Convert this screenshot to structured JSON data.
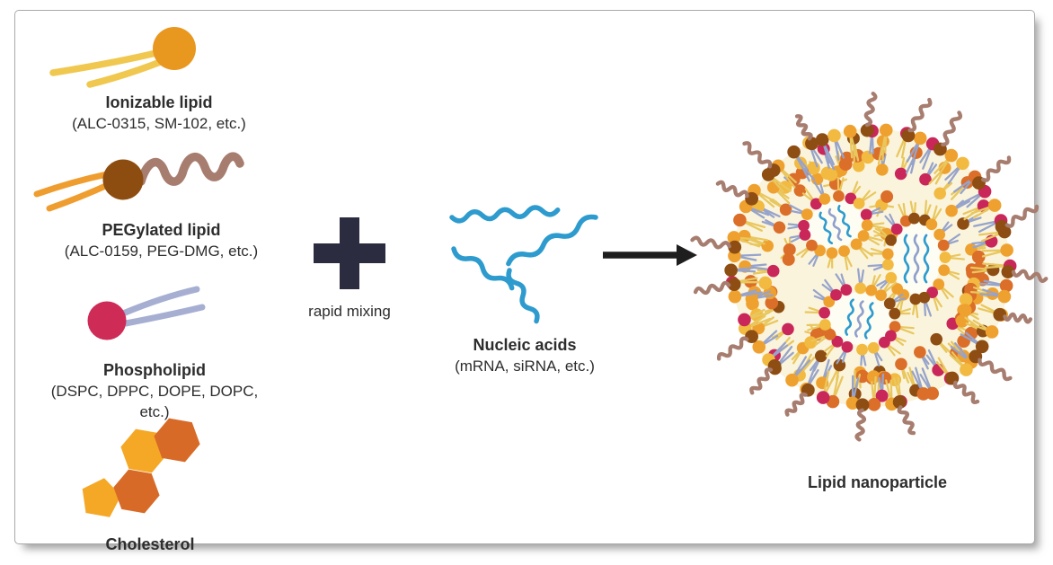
{
  "components": {
    "ionizable": {
      "name": "Ionizable lipid",
      "detail": "(ALC-0315, SM-102, etc.)"
    },
    "pegylated": {
      "name": "PEGylated lipid",
      "detail": "(ALC-0159, PEG-DMG, etc.)"
    },
    "phospholipid": {
      "name": "Phospholipid",
      "detail_line1": "(DSPC, DPPC, DOPE, DOPC,",
      "detail_line2": "etc.)"
    },
    "cholesterol": {
      "name": "Cholesterol"
    }
  },
  "process": {
    "mixing_label": "rapid mixing"
  },
  "nucleic": {
    "name": "Nucleic acids",
    "detail": "(mRNA, siRNA, etc.)"
  },
  "product": {
    "label": "Lipid nanoparticle"
  },
  "colors": {
    "text": "#2d2d2d",
    "ionizable_head": "#E8971F",
    "ionizable_tail": "#F0C84F",
    "peg_head": "#8E4D10",
    "peg_tail": "#EF9D2E",
    "peg_chain": "#A77D6F",
    "phospho_head": "#CE2B57",
    "phospho_tail": "#A6AED2",
    "chol_yellow": "#F5A826",
    "chol_orange": "#D86A28",
    "plus_sign": "#2B2C40",
    "rna_blue": "#2E9BCE",
    "rna_slate": "#8FA0CC",
    "arrow_black": "#1E1E1E",
    "lnp_interior": "#FAF4DC",
    "lnp_micelle_bg": "#FEFDF4",
    "head_orange": "#EFA12F",
    "head_amber": "#F2BA41",
    "head_crimson": "#C9265A",
    "head_deep_orange": "#DB6E28",
    "head_brown": "#8E4D12",
    "tail_yellow": "#E9C75F",
    "tail_slate": "#96A3CB"
  }
}
